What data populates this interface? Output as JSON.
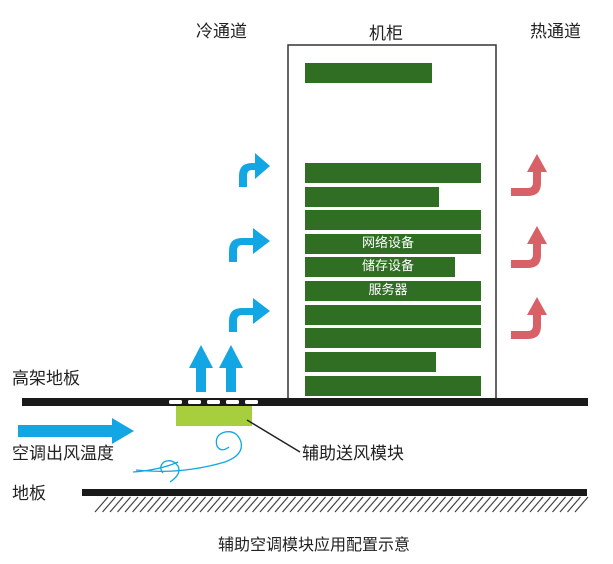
{
  "labels": {
    "cold_aisle": "冷通道",
    "cabinet": "机柜",
    "hot_aisle": "热通道",
    "raised_floor": "高架地板",
    "supply_temp": "空调出风温度",
    "module": "辅助送风模块",
    "floor": "地板",
    "caption": "辅助空调模块应用配置示意"
  },
  "rack_labels": {
    "network": "网络设备",
    "storage": "储存设备",
    "server": "服务器"
  },
  "colors": {
    "equipment": "#2f6e23",
    "cold_air": "#13a6e4",
    "hot_air": "#d86067",
    "module": "#a7cf3d",
    "floor": "#1a1a1a"
  }
}
